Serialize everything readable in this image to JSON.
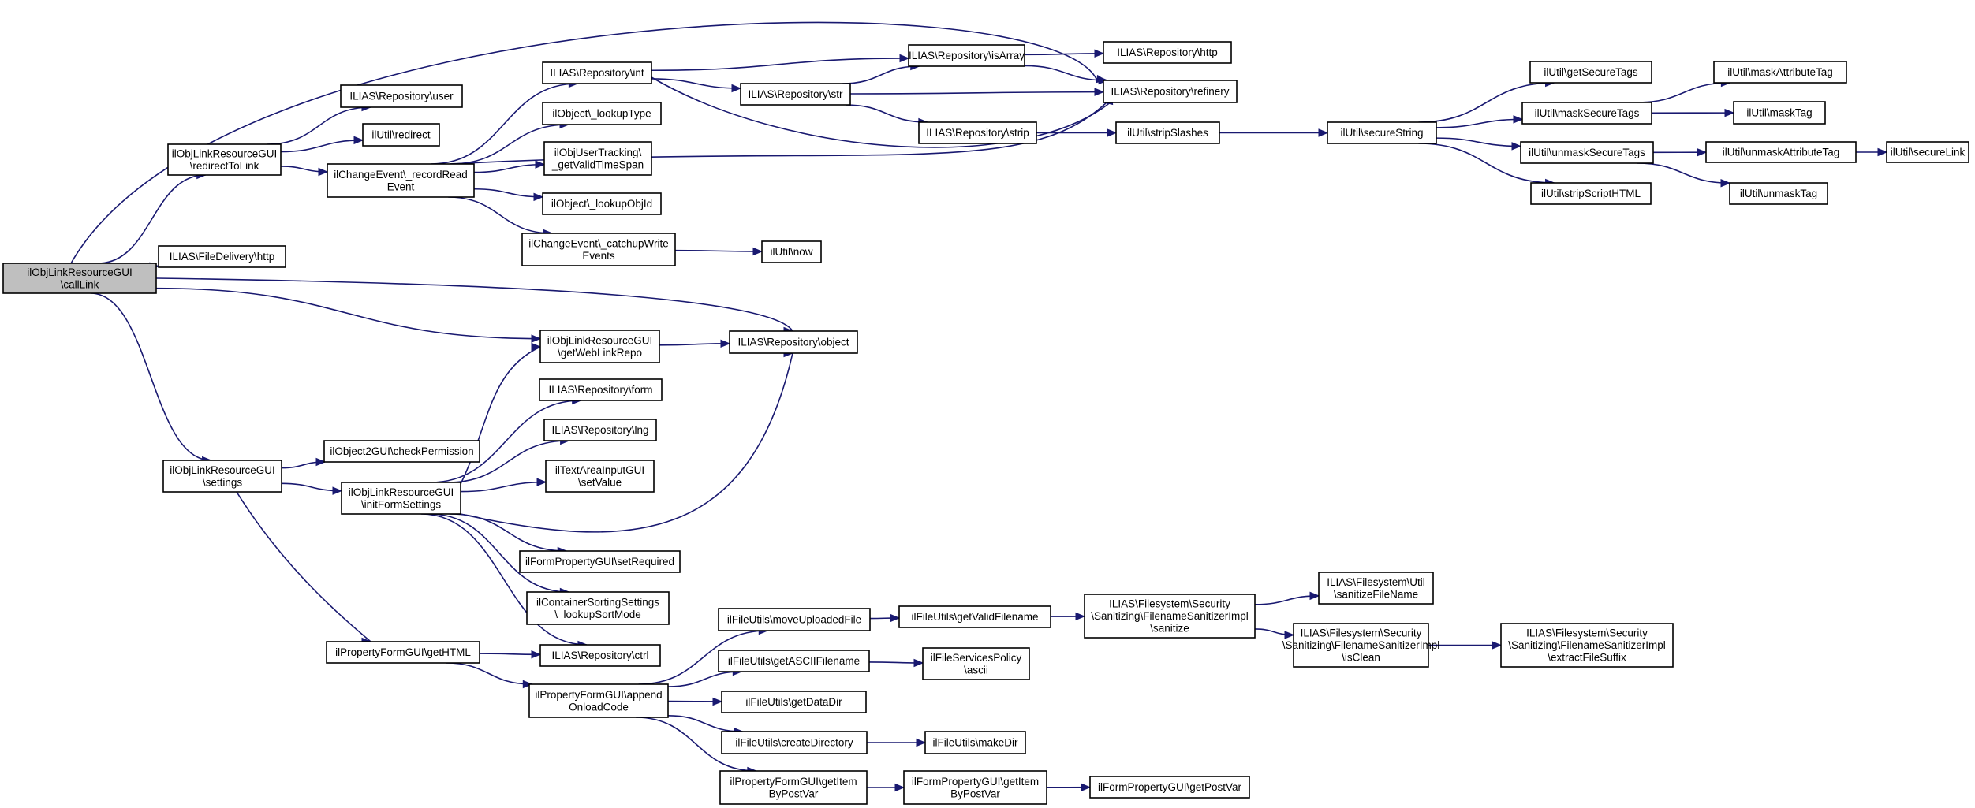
{
  "nodes": [
    {
      "id": "callLink",
      "lines": [
        "ilObjLinkResourceGUI",
        "\\callLink"
      ],
      "root": true
    },
    {
      "id": "redirectToLink",
      "lines": [
        "ilObjLinkResourceGUI",
        "\\redirectToLink"
      ]
    },
    {
      "id": "repo_user",
      "lines": [
        "ILIAS\\Repository\\user"
      ]
    },
    {
      "id": "util_redirect",
      "lines": [
        "ilUtil\\redirect"
      ]
    },
    {
      "id": "recordRead",
      "lines": [
        "ilChangeEvent\\_recordRead",
        "Event"
      ]
    },
    {
      "id": "repo_int",
      "lines": [
        "ILIAS\\Repository\\int"
      ]
    },
    {
      "id": "lookupType",
      "lines": [
        "ilObject\\_lookupType"
      ]
    },
    {
      "id": "validTimeSpan",
      "lines": [
        "ilObjUserTracking\\",
        "_getValidTimeSpan"
      ]
    },
    {
      "id": "lookupObjId",
      "lines": [
        "ilObject\\_lookupObjId"
      ]
    },
    {
      "id": "catchupWrite",
      "lines": [
        "ilChangeEvent\\_catchupWrite",
        "Events"
      ]
    },
    {
      "id": "util_now",
      "lines": [
        "ilUtil\\now"
      ]
    },
    {
      "id": "repo_isArray",
      "lines": [
        "ILIAS\\Repository\\isArray"
      ]
    },
    {
      "id": "repo_http",
      "lines": [
        "ILIAS\\Repository\\http"
      ]
    },
    {
      "id": "repo_str",
      "lines": [
        "ILIAS\\Repository\\str"
      ]
    },
    {
      "id": "repo_refinery",
      "lines": [
        "ILIAS\\Repository\\refinery"
      ]
    },
    {
      "id": "repo_strip",
      "lines": [
        "ILIAS\\Repository\\strip"
      ]
    },
    {
      "id": "stripSlashes",
      "lines": [
        "ilUtil\\stripSlashes"
      ]
    },
    {
      "id": "secureString",
      "lines": [
        "ilUtil\\secureString"
      ]
    },
    {
      "id": "getSecureTags",
      "lines": [
        "ilUtil\\getSecureTags"
      ]
    },
    {
      "id": "maskSecureTags",
      "lines": [
        "ilUtil\\maskSecureTags"
      ]
    },
    {
      "id": "unmaskSecureTags",
      "lines": [
        "ilUtil\\unmaskSecureTags"
      ]
    },
    {
      "id": "stripScriptHTML",
      "lines": [
        "ilUtil\\stripScriptHTML"
      ]
    },
    {
      "id": "maskAttributeTag",
      "lines": [
        "ilUtil\\maskAttributeTag"
      ]
    },
    {
      "id": "maskTag",
      "lines": [
        "ilUtil\\maskTag"
      ]
    },
    {
      "id": "unmaskAttributeTag",
      "lines": [
        "ilUtil\\unmaskAttributeTag"
      ]
    },
    {
      "id": "unmaskTag",
      "lines": [
        "ilUtil\\unmaskTag"
      ]
    },
    {
      "id": "secureLink",
      "lines": [
        "ilUtil\\secureLink"
      ]
    },
    {
      "id": "fd_http",
      "lines": [
        "ILIAS\\FileDelivery\\http"
      ]
    },
    {
      "id": "getWebLinkRepo",
      "lines": [
        "ilObjLinkResourceGUI",
        "\\getWebLinkRepo"
      ]
    },
    {
      "id": "repo_object",
      "lines": [
        "ILIAS\\Repository\\object"
      ]
    },
    {
      "id": "settings",
      "lines": [
        "ilObjLinkResourceGUI",
        "\\settings"
      ]
    },
    {
      "id": "checkPermission",
      "lines": [
        "ilObject2GUI\\checkPermission"
      ]
    },
    {
      "id": "initFormSettings",
      "lines": [
        "ilObjLinkResourceGUI",
        "\\initFormSettings"
      ]
    },
    {
      "id": "repo_form",
      "lines": [
        "ILIAS\\Repository\\form"
      ]
    },
    {
      "id": "repo_lng",
      "lines": [
        "ILIAS\\Repository\\lng"
      ]
    },
    {
      "id": "setValue",
      "lines": [
        "ilTextAreaInputGUI",
        "\\setValue"
      ]
    },
    {
      "id": "setRequired",
      "lines": [
        "ilFormPropertyGUI\\setRequired"
      ]
    },
    {
      "id": "lookupSortMode",
      "lines": [
        "ilContainerSortingSettings",
        "\\_lookupSortMode"
      ]
    },
    {
      "id": "getHTML",
      "lines": [
        "ilPropertyFormGUI\\getHTML"
      ]
    },
    {
      "id": "repo_ctrl",
      "lines": [
        "ILIAS\\Repository\\ctrl"
      ]
    },
    {
      "id": "appendOnload",
      "lines": [
        "ilPropertyFormGUI\\append",
        "OnloadCode"
      ]
    },
    {
      "id": "moveUploadedFile",
      "lines": [
        "ilFileUtils\\moveUploadedFile"
      ]
    },
    {
      "id": "getValidFilename",
      "lines": [
        "ilFileUtils\\getValidFilename"
      ]
    },
    {
      "id": "sanitize",
      "lines": [
        "ILIAS\\Filesystem\\Security",
        "\\Sanitizing\\FilenameSanitizerImpl",
        "\\sanitize"
      ]
    },
    {
      "id": "sanitizeFileName",
      "lines": [
        "ILIAS\\Filesystem\\Util",
        "\\sanitizeFileName"
      ]
    },
    {
      "id": "isClean",
      "lines": [
        "ILIAS\\Filesystem\\Security",
        "\\Sanitizing\\FilenameSanitizerImpl",
        "\\isClean"
      ]
    },
    {
      "id": "extractFileSuffix",
      "lines": [
        "ILIAS\\Filesystem\\Security",
        "\\Sanitizing\\FilenameSanitizerImpl",
        "\\extractFileSuffix"
      ]
    },
    {
      "id": "getASCIIFilename",
      "lines": [
        "ilFileUtils\\getASCIIFilename"
      ]
    },
    {
      "id": "ascii",
      "lines": [
        "ilFileServicesPolicy",
        "\\ascii"
      ]
    },
    {
      "id": "getDataDir",
      "lines": [
        "ilFileUtils\\getDataDir"
      ]
    },
    {
      "id": "createDirectory",
      "lines": [
        "ilFileUtils\\createDirectory"
      ]
    },
    {
      "id": "makeDir",
      "lines": [
        "ilFileUtils\\makeDir"
      ]
    },
    {
      "id": "getItemByPostVar",
      "lines": [
        "ilPropertyFormGUI\\getItem",
        "ByPostVar"
      ]
    },
    {
      "id": "fp_getItemByPostVar",
      "lines": [
        "ilFormPropertyGUI\\getItem",
        "ByPostVar"
      ]
    },
    {
      "id": "getPostVar",
      "lines": [
        "ilFormPropertyGUI\\getPostVar"
      ]
    }
  ],
  "edges": [
    [
      "callLink",
      "repo_refinery"
    ],
    [
      "callLink",
      "redirectToLink"
    ],
    [
      "callLink",
      "fd_http"
    ],
    [
      "callLink",
      "getWebLinkRepo"
    ],
    [
      "callLink",
      "repo_object"
    ],
    [
      "callLink",
      "settings"
    ],
    [
      "redirectToLink",
      "repo_user"
    ],
    [
      "redirectToLink",
      "util_redirect"
    ],
    [
      "redirectToLink",
      "recordRead"
    ],
    [
      "recordRead",
      "repo_int"
    ],
    [
      "recordRead",
      "lookupType"
    ],
    [
      "recordRead",
      "validTimeSpan"
    ],
    [
      "recordRead",
      "lookupObjId"
    ],
    [
      "recordRead",
      "catchupWrite"
    ],
    [
      "recordRead",
      "repo_refinery"
    ],
    [
      "catchupWrite",
      "util_now"
    ],
    [
      "repo_int",
      "repo_isArray"
    ],
    [
      "repo_int",
      "repo_str"
    ],
    [
      "repo_int",
      "repo_refinery"
    ],
    [
      "repo_isArray",
      "repo_http"
    ],
    [
      "repo_isArray",
      "repo_refinery"
    ],
    [
      "repo_str",
      "repo_isArray"
    ],
    [
      "repo_str",
      "repo_refinery"
    ],
    [
      "repo_str",
      "repo_strip"
    ],
    [
      "repo_strip",
      "stripSlashes"
    ],
    [
      "stripSlashes",
      "secureString"
    ],
    [
      "secureString",
      "getSecureTags"
    ],
    [
      "secureString",
      "maskSecureTags"
    ],
    [
      "secureString",
      "unmaskSecureTags"
    ],
    [
      "secureString",
      "stripScriptHTML"
    ],
    [
      "maskSecureTags",
      "maskAttributeTag"
    ],
    [
      "maskSecureTags",
      "maskTag"
    ],
    [
      "unmaskSecureTags",
      "unmaskAttributeTag"
    ],
    [
      "unmaskSecureTags",
      "unmaskTag"
    ],
    [
      "unmaskAttributeTag",
      "secureLink"
    ],
    [
      "getWebLinkRepo",
      "repo_object"
    ],
    [
      "settings",
      "checkPermission"
    ],
    [
      "settings",
      "initFormSettings"
    ],
    [
      "settings",
      "getHTML"
    ],
    [
      "initFormSettings",
      "getWebLinkRepo"
    ],
    [
      "initFormSettings",
      "repo_form"
    ],
    [
      "initFormSettings",
      "repo_lng"
    ],
    [
      "initFormSettings",
      "setValue"
    ],
    [
      "initFormSettings",
      "repo_object"
    ],
    [
      "initFormSettings",
      "setRequired"
    ],
    [
      "initFormSettings",
      "lookupSortMode"
    ],
    [
      "initFormSettings",
      "repo_ctrl"
    ],
    [
      "getHTML",
      "repo_ctrl"
    ],
    [
      "getHTML",
      "appendOnload"
    ],
    [
      "appendOnload",
      "moveUploadedFile"
    ],
    [
      "appendOnload",
      "getASCIIFilename"
    ],
    [
      "appendOnload",
      "getDataDir"
    ],
    [
      "appendOnload",
      "createDirectory"
    ],
    [
      "appendOnload",
      "getItemByPostVar"
    ],
    [
      "moveUploadedFile",
      "getValidFilename"
    ],
    [
      "getValidFilename",
      "sanitize"
    ],
    [
      "sanitize",
      "sanitizeFileName"
    ],
    [
      "sanitize",
      "isClean"
    ],
    [
      "isClean",
      "extractFileSuffix"
    ],
    [
      "getASCIIFilename",
      "ascii"
    ],
    [
      "createDirectory",
      "makeDir"
    ],
    [
      "getItemByPostVar",
      "fp_getItemByPostVar"
    ],
    [
      "fp_getItemByPostVar",
      "getPostVar"
    ]
  ]
}
